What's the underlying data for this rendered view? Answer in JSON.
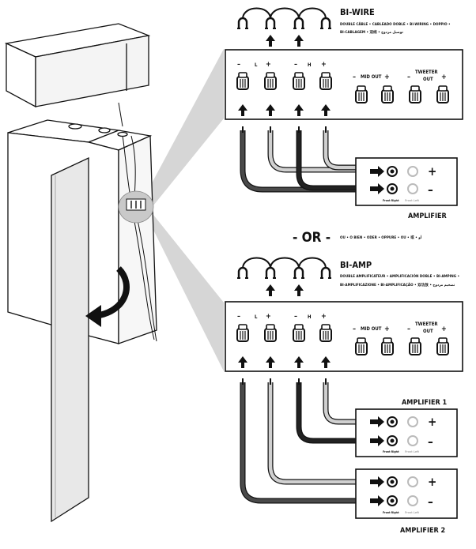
{
  "biwire": {
    "title": "BI-WIRE",
    "sub1": "DOUBLE CÂBLE • CABLEADO DOBLE • BI-WIRING • DOPPIO •",
    "sub2": "BI-CABLAGEM • 双线 • توصيل مزدوج"
  },
  "biamp": {
    "title": "BI-AMP",
    "sub1": "DOUBLE AMPLIFICATEUR • AMPLIFICACIÓN DOBLE • BI-AMPING •",
    "sub2": "BI-AMPLIFICAZIONE • BI-AMPLIFICAÇÃO • 双功放 • تضخيم مزدوج"
  },
  "or_divider": {
    "label": "- OR -",
    "translations": "OU • O BIEN • ODER • OPPURE • OU • 或 • أو"
  },
  "terminal_panel": {
    "minus": "–",
    "plus": "+",
    "low": "L",
    "high": "H",
    "mid_out": "MID OUT",
    "tweeter_line1": "TWEETER",
    "tweeter_line2": "OUT"
  },
  "amplifier_panel": {
    "front_right": "Front Right",
    "front_left": "Front Left",
    "plus_sign": "+",
    "minus_sign": "–"
  },
  "amplifier_labels": {
    "biwire": "AMPLIFIER",
    "amp1": "AMPLIFIER 1",
    "amp2": "AMPLIFIER 2"
  },
  "colors": {
    "line": "#111111",
    "cable_black": "#222222",
    "cable_gray": "#d0d0d0",
    "cable_dark": "#4a4a4a",
    "callout_shade": "#d6d6d6"
  }
}
